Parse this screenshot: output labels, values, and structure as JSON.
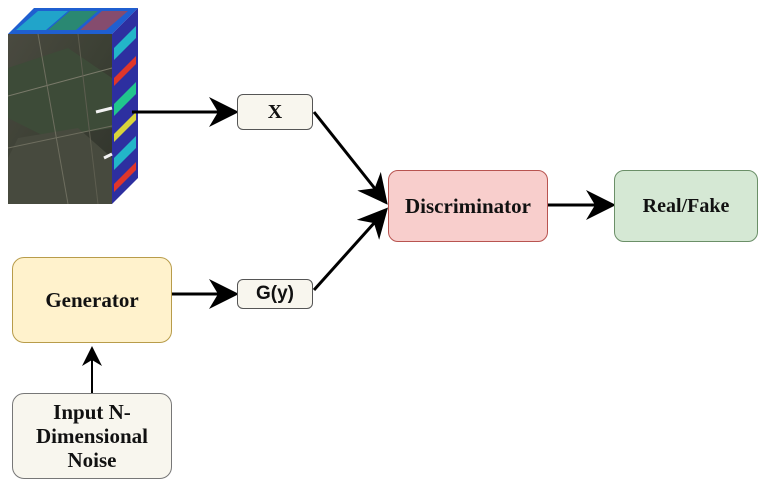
{
  "diagram": {
    "nodes": {
      "x": {
        "label": "X"
      },
      "generated": {
        "label": "G(y)"
      },
      "discriminator": {
        "label": "Discriminator",
        "fill": "#f8cecc",
        "stroke": "#b85450"
      },
      "output": {
        "label": "Real/Fake",
        "fill": "#d5e8d4",
        "stroke": "#82b366"
      },
      "generator": {
        "label": "Generator",
        "fill": "#fff2cc",
        "stroke": "#d6b656"
      },
      "noise": {
        "label": "Input N-\nDimensional\nNoise"
      }
    },
    "image": {
      "icon": "hyperspectral-data-cube"
    },
    "edges": [
      {
        "from": "image",
        "to": "x"
      },
      {
        "from": "x",
        "to": "discriminator"
      },
      {
        "from": "generated",
        "to": "discriminator"
      },
      {
        "from": "discriminator",
        "to": "output"
      },
      {
        "from": "generator",
        "to": "generated"
      },
      {
        "from": "noise",
        "to": "generator"
      }
    ]
  }
}
